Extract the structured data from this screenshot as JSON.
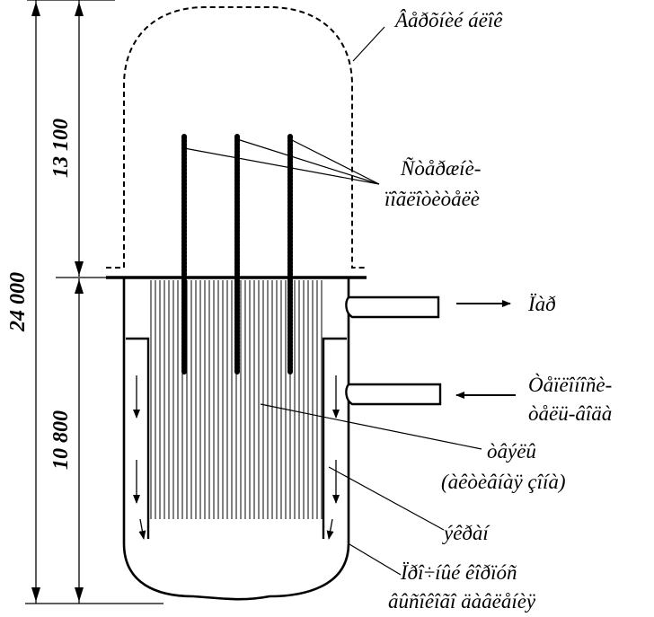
{
  "dimensions": {
    "total": "24 000",
    "upper": "13 100",
    "lower": "10 800"
  },
  "labels": {
    "upper_block": "Âåðõíèé áëîê",
    "control_rods_line1": "Ñòåðæíè-",
    "control_rods_line2": "ïîãëîòèòåëè",
    "steam": "Ïàð",
    "feedwater_line1": "Òåïëîíîñè-",
    "feedwater_line2": "òåëü-âîäà",
    "fuel_line1": "òâýëû",
    "fuel_line2": "(àêòèâíàÿ çîíà)",
    "reactor": "ýêðàí",
    "vessel_line1": "Ïðî÷íûé êîðïóñ",
    "vessel_line2": "âûñîêîãî äàâëåíèÿ"
  },
  "colors": {
    "ink": "#000000",
    "paper": "#ffffff"
  }
}
